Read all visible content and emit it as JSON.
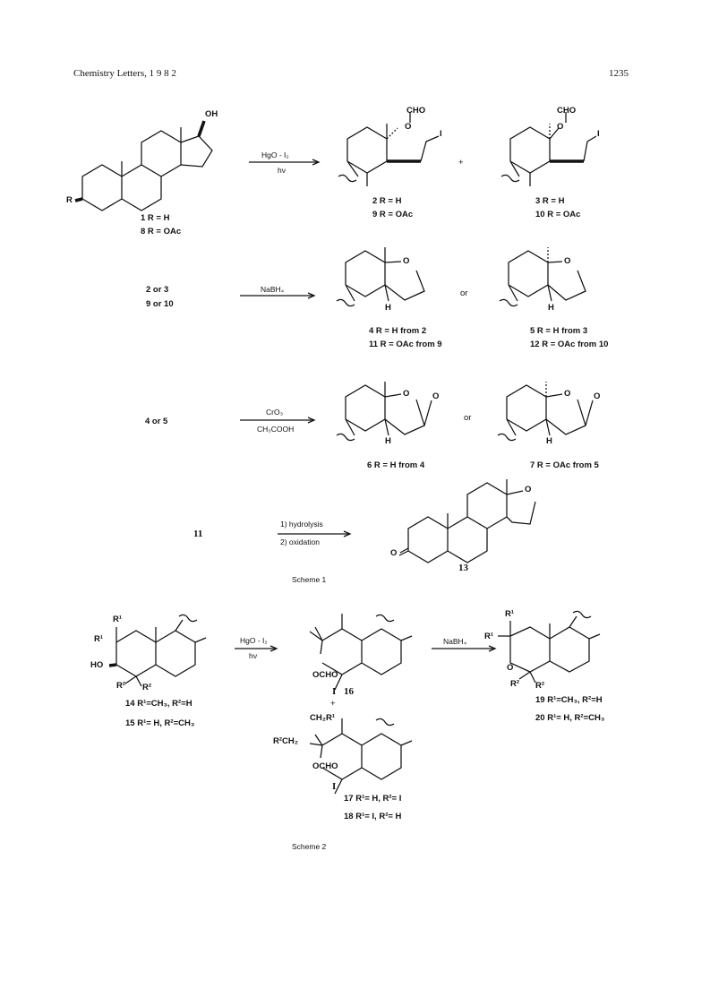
{
  "header": {
    "journal": "Chemistry  Letters,  1 9 8 2",
    "page_number": "1235"
  },
  "scheme1": {
    "reaction1": {
      "reagent_top": "HgO - I₂",
      "reagent_bottom": "hν",
      "start_labels": [
        "1   R = H",
        "8   R = OAc"
      ],
      "start_substituents": {
        "oh": "OH",
        "r": "R"
      },
      "product_a_labels": [
        "2  R = H",
        "9  R = OAc"
      ],
      "product_b_labels": [
        "3    R = H",
        "10   R = OAc"
      ],
      "product_groups": {
        "cho": "CHO",
        "o": "O",
        "i": "I"
      },
      "plus": "+"
    },
    "reaction2": {
      "reactant_lines": [
        "2   or   3",
        "9   or   10"
      ],
      "reagent": "NaBH₄",
      "or": "or",
      "product_a_labels": [
        "4   R = H   from  2",
        "11  R = OAc  from  9"
      ],
      "product_b_labels": [
        "5   R = H   from  3",
        "12   R = OAc  from 10"
      ],
      "atoms": {
        "o": "O",
        "h": "H"
      }
    },
    "reaction3": {
      "reactant_line": "4   or   5",
      "reagent_top": "CrO₃",
      "reagent_bottom": "CH₃COOH",
      "or": "or",
      "product_a_label": "6   R = H  from  4",
      "product_b_label": "7   R = OAc  from  5",
      "atoms": {
        "o": "O",
        "h": "H"
      }
    },
    "reaction4": {
      "reactant": "11",
      "steps": [
        "1)  hydrolysis",
        "2)  oxidation"
      ],
      "product_label": "13",
      "atoms": {
        "o": "O"
      }
    },
    "caption": "Scheme  1"
  },
  "scheme2": {
    "reactant": {
      "labels": [
        "14   R¹=CH₃, R²=H",
        "15   R¹= H,  R²=CH₃"
      ],
      "substituents": {
        "r1": "R¹",
        "r1b": "R¹",
        "ho": "HO",
        "r2a": "R²",
        "r2b": "R²"
      }
    },
    "reagent_top": "HgO - I₂",
    "reagent_bottom": "hν",
    "product16": {
      "ocho": "OCHO",
      "i": "I",
      "label": "16"
    },
    "plus": "+",
    "product17": {
      "ch2r1": "CH₂R¹",
      "r2ch2": "R²CH₂",
      "ocho": "OCHO",
      "i": "I",
      "labels": [
        "17   R¹= H,   R²= I",
        "18   R¹= I,   R²= H"
      ]
    },
    "second_reagent": "NaBH₄",
    "product19": {
      "r1a": "R¹",
      "r1b": "R¹",
      "o": "O",
      "r2a": "R²",
      "r2b": "R²",
      "labels": [
        "19   R¹=CH₃, R²=H",
        "20   R¹= H,    R²=CH₃"
      ]
    },
    "caption": "Scheme  2"
  }
}
